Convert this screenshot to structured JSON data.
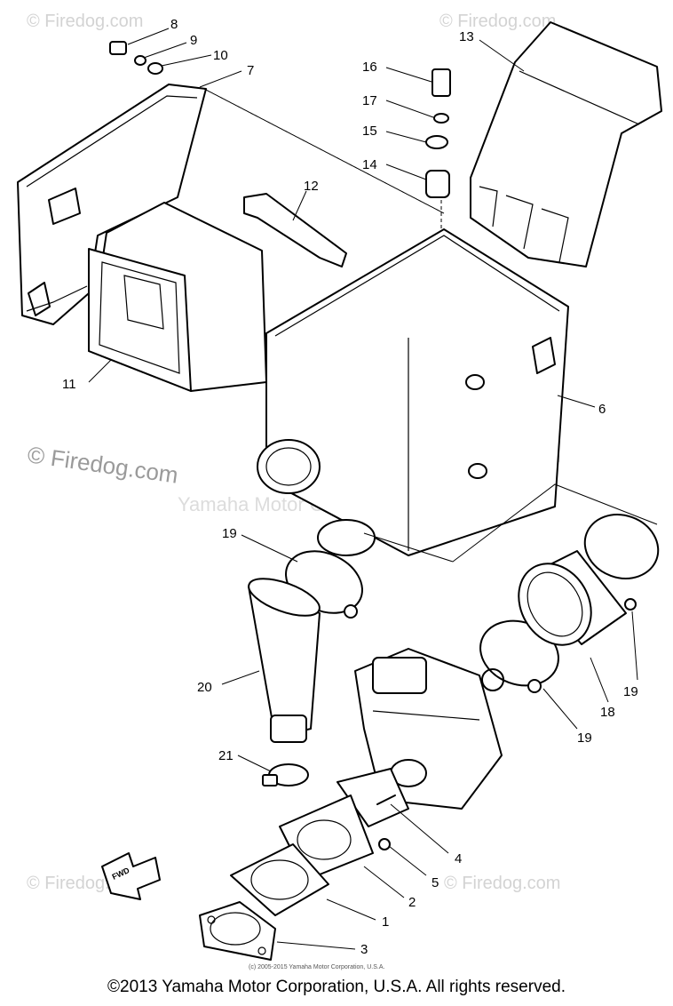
{
  "watermarks": {
    "corner": "© Firedog.com",
    "main": "© Firedog.com",
    "yamaha": "Yamaha Motor Corp. U.S.A."
  },
  "fwd_label": "FWD",
  "small_copyright": "(c) 2005-2015 Yamaha Motor Corporation, U.S.A.",
  "footer": "©2013 Yamaha Motor Corporation, U.S.A. All rights reserved.",
  "callouts": [
    {
      "id": "c8",
      "text": "8"
    },
    {
      "id": "c9",
      "text": "9"
    },
    {
      "id": "c10",
      "text": "10"
    },
    {
      "id": "c7",
      "text": "7"
    },
    {
      "id": "c13",
      "text": "13"
    },
    {
      "id": "c16",
      "text": "16"
    },
    {
      "id": "c17",
      "text": "17"
    },
    {
      "id": "c15",
      "text": "15"
    },
    {
      "id": "c14",
      "text": "14"
    },
    {
      "id": "c12",
      "text": "12"
    },
    {
      "id": "c11",
      "text": "11"
    },
    {
      "id": "c6",
      "text": "6"
    },
    {
      "id": "c19a",
      "text": "19"
    },
    {
      "id": "c20",
      "text": "20"
    },
    {
      "id": "c21",
      "text": "21"
    },
    {
      "id": "c19b",
      "text": "19"
    },
    {
      "id": "c19c",
      "text": "19"
    },
    {
      "id": "c18",
      "text": "18"
    },
    {
      "id": "c4",
      "text": "4"
    },
    {
      "id": "c5",
      "text": "5"
    },
    {
      "id": "c2",
      "text": "2"
    },
    {
      "id": "c1",
      "text": "1"
    },
    {
      "id": "c3",
      "text": "3"
    }
  ]
}
